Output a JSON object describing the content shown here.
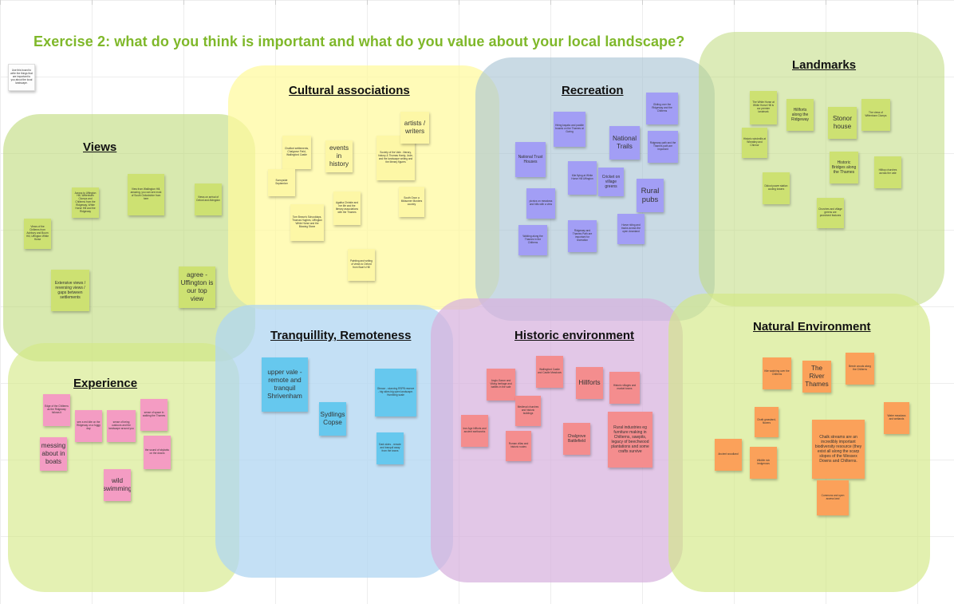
{
  "title": "Exercise 2: what do you think is important and what do you value about your local landscape?",
  "colors": {
    "title": "#7fb82a",
    "zone_green": "#cde172",
    "zone_yellow": "#fff79a",
    "zone_blue_grey": "#b8cdd9",
    "zone_light_blue": "#b3d9f4",
    "zone_lavender": "#d9b5dd",
    "note_yellow": "#fdf7a6",
    "note_green": "#cde172",
    "note_purple": "#a29ef5",
    "note_pink": "#f49cc3",
    "note_red": "#f48d8e",
    "note_orange": "#fba15a"
  },
  "zones": {
    "views": "Views",
    "cultural": "Cultural associations",
    "recreation": "Recreation",
    "landmarks": "Landmarks",
    "experience": "Experience",
    "tranquillity": "Tranquillity, Remoteness",
    "historic": "Historic environment",
    "natural": "Natural Environment"
  },
  "notes": {
    "intro": "Use this board to write the things that are important to you about the local landscape.",
    "views_1": "Views of the Chilterns from Ashbury and Bourn Hill, Uffington White Horse",
    "views_2": "Across to Uffington Hill, Wittenham Clumps and Chilterns from the Ridgeway, White Horse Hill and the Ridgeway",
    "views_3": "View from Watlington Hill, amazing, you can see most of South Oxfordshire from here",
    "views_4": "Views on arrival of Oxford and Abingdon",
    "views_5": "Extensive views / reversing views / gaps between settlements",
    "views_6": "agree - Uffington is our top view",
    "cult_1": "Chalfont settlements, Chalgrove Field, Wallingford Castle",
    "cult_2": "events in history",
    "cult_3": "Society of the Vale - literary, history & Thomas Hardy, Jude, and the landscape writing and the literary figures",
    "cult_4": "artists / writers",
    "cult_5": "Sunnyside September",
    "cult_6": "Tom Brown's Schooldays, Thomas Hughes, Uffington White Horse and the Blowing Stone",
    "cult_7": "Agatha Christie and her life and the literary associations with the Thames",
    "cult_8": "South Oxon a Midsomer Murders country",
    "cult_9": "Painting and writing of views to Oxford from Boar's Hill",
    "rec_1": "Gliding over the Ridgeway and the Chilterns",
    "rec_2": "Hiring kayaks and paddle boards on the Thames at Goring",
    "rec_3": "National Trust Houses",
    "rec_4": "National Trails",
    "rec_5": "Ridgeway path and the Thames path are important",
    "rec_6": "Kite flying at White Horse Hill Uffington",
    "rec_7": "Cricket on village greens",
    "rec_8": "picnics on meadows and hills with a view",
    "rec_9": "Rural pubs",
    "rec_10": "Walking along the Thames in the Chilterns",
    "rec_11": "Ridgeway and Thames Path are important for recreation",
    "rec_12": "Horse riding and tracks across the open downland",
    "land_1": "The White Horse at White Horse Hill is our premier landmark",
    "land_2": "Hillforts along the Ridgeway",
    "land_3": "Stonor house",
    "land_4": "The views of Wittenham Clumps",
    "land_5": "Historic windmills at Wheatley and Chinnor",
    "land_6": "Historic Bridges along the Thames",
    "land_7": "Didcot power station cooling towers",
    "land_8": "Hilltop churches across the vale",
    "land_9": "Churches and village greens are prominent features",
    "exp_1": "Edge of the Chilterns as the Ridgeway follows it",
    "exp_2": "see a red kite on the Ridgeway on a foggy day",
    "exp_3": "sense of being outdoors and the landscape around you",
    "exp_4": "sense of space in walking the Thames",
    "exp_5": "messing about in boats",
    "exp_6": "the sound of skylarks on the downs",
    "exp_7": "wild swimming",
    "tran_1": "upper vale - remote and tranquil Shrivenham",
    "tran_2": "Sydlings Copse",
    "tran_3": "Otmoor - stunning RSPB reserve - big skies big open landscape. Humbling scale",
    "tran_4": "Dark skies - remote and tranquil away from the towns",
    "hist_1": "Anglo-Saxon and Viking heritage and battles in the vale",
    "hist_2": "Wallingford Castle and Castle Meadows",
    "hist_3": "Hillforts",
    "hist_4": "Historic villages and market towns",
    "hist_5": "Medieval churches and historic buildings",
    "hist_6": "Iron Age hillforts and ancient earthworks",
    "hist_7": "Roman villas and historic routes",
    "hist_8": "Chalgrove Battlefield",
    "hist_9": "Rural industries eg furniture making in Chilterns, sawpits, legacy of beechwood plantations and some crafts survive",
    "nat_1": "Kite watching over the Chilterns",
    "nat_2": "The River Thames",
    "nat_3": "Beech woods along the Chilterns",
    "nat_4": "Chalk grassland, flowers",
    "nat_5": "Water meadows and wetlands",
    "nat_6": "Ancient woodland",
    "nat_7": "Wildlife rich hedgerows",
    "nat_8": "Chalk streams are an incredibly important biodiversity resource (they exist all along the scarp slopes of the Wessex Downs and Chilterns.",
    "nat_9": "Commons and open access land"
  }
}
